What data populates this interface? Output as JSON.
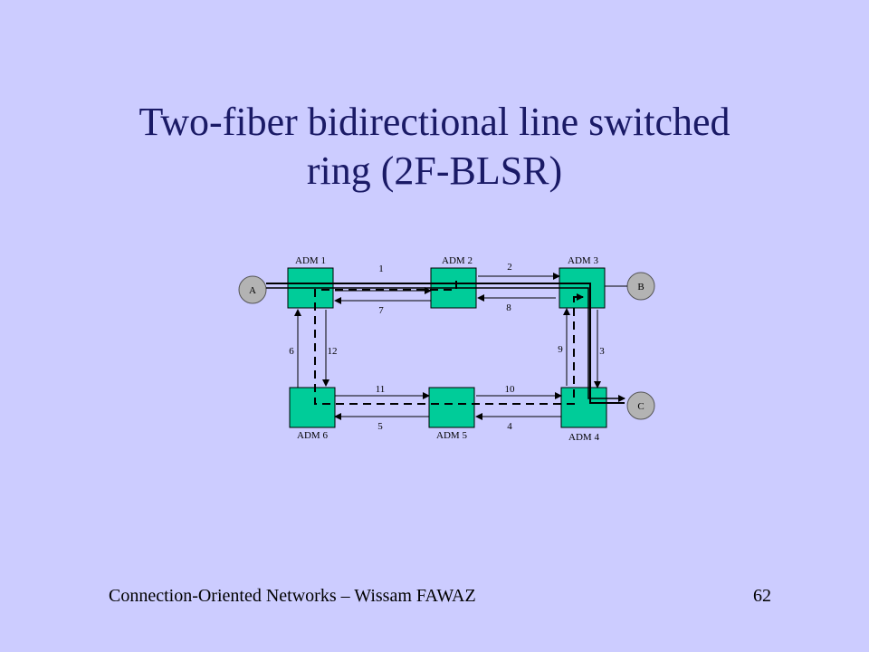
{
  "slide": {
    "title_line1": "Two-fiber bidirectional line switched",
    "title_line2": "ring (2F-BLSR)",
    "footer_left": "Connection-Oriented Networks – Wissam FAWAZ",
    "page_number": "62"
  },
  "colors": {
    "background": "#CCCCFF",
    "title": "#1a1a66",
    "adm_fill": "#00CC99",
    "endpoint_fill": "#B3B3B3"
  },
  "nodes": {
    "adm1": "ADM 1",
    "adm2": "ADM 2",
    "adm3": "ADM 3",
    "adm4": "ADM 4",
    "adm5": "ADM 5",
    "adm6": "ADM 6",
    "a": "A",
    "b": "B",
    "c": "C"
  },
  "links": {
    "l1": "1",
    "l2": "2",
    "l3": "3",
    "l4": "4",
    "l5": "5",
    "l6": "6",
    "l7": "7",
    "l8": "8",
    "l9": "9",
    "l10": "10",
    "l11": "11",
    "l12": "12"
  }
}
